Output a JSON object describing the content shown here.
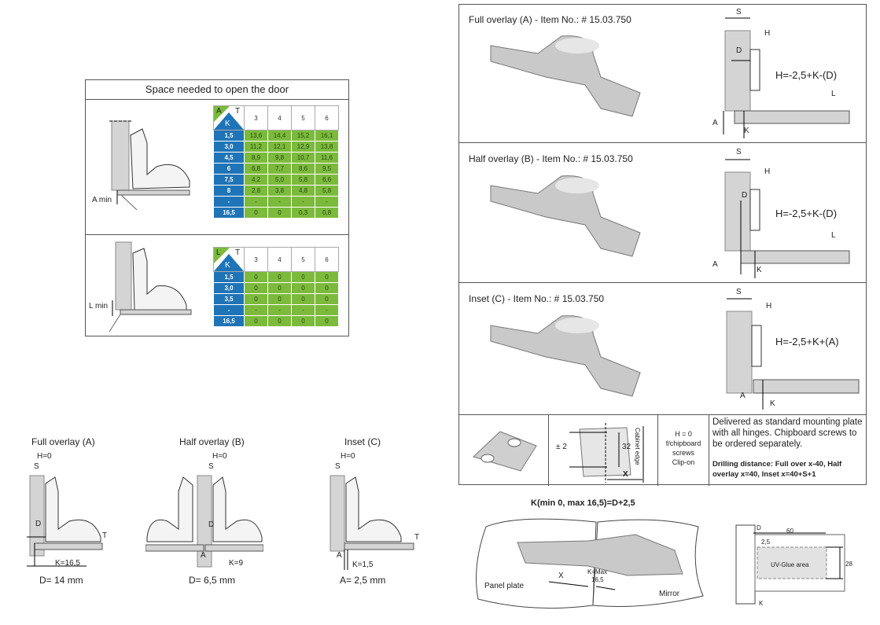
{
  "space_table": {
    "title": "Space needed to open the door",
    "a_label": "A min",
    "l_label": "L min",
    "table_a": {
      "corner": {
        "top_left": "A",
        "top_right": "T",
        "bottom": "K"
      },
      "columns": [
        "3",
        "4",
        "5",
        "6"
      ],
      "rows": [
        {
          "k": "1,5",
          "values": [
            "13,6",
            "14,4",
            "15,2",
            "16,1"
          ]
        },
        {
          "k": "3,0",
          "values": [
            "11,2",
            "12,1",
            "12,9",
            "13,8"
          ]
        },
        {
          "k": "4,5",
          "values": [
            "8,9",
            "9,8",
            "10,7",
            "11,6"
          ]
        },
        {
          "k": "6",
          "values": [
            "6,8",
            "7,7",
            "8,6",
            "9,5"
          ]
        },
        {
          "k": "7,5",
          "values": [
            "4,2",
            "5,0",
            "5,8",
            "6,6"
          ]
        },
        {
          "k": "8",
          "values": [
            "2,8",
            "3,8",
            "4,8",
            "5,8"
          ]
        },
        {
          "k": "-",
          "values": [
            "-",
            "-",
            "-",
            "-"
          ]
        },
        {
          "k": "16,5",
          "values": [
            "0",
            "0",
            "0,3",
            "0,8"
          ]
        }
      ]
    },
    "table_l": {
      "corner": {
        "top_left": "L",
        "top_right": "T",
        "bottom": "K"
      },
      "columns": [
        "3",
        "4",
        "5",
        "6"
      ],
      "rows": [
        {
          "k": "1,5",
          "values": [
            "0",
            "0",
            "0",
            "0"
          ]
        },
        {
          "k": "3,0",
          "values": [
            "0",
            "0",
            "0",
            "0"
          ]
        },
        {
          "k": "3,5",
          "values": [
            "0",
            "0",
            "0",
            "0"
          ]
        },
        {
          "k": "-",
          "values": [
            "-",
            "-",
            "-",
            "-"
          ]
        },
        {
          "k": "16,5",
          "values": [
            "0",
            "0",
            "0",
            "0"
          ]
        }
      ]
    }
  },
  "overlay_sections": [
    {
      "title": "Full overlay (A) - Item No.: # 15.03.750",
      "formula": "H=-2,5+K-(D)",
      "labels": {
        "s": "S",
        "h": "H",
        "d": "D",
        "l": "L",
        "a": "A",
        "k": "K"
      }
    },
    {
      "title": "Half overlay (B) - Item No.: # 15.03.750",
      "formula": "H=-2,5+K-(D)",
      "labels": {
        "s": "S",
        "h": "H",
        "d": "D",
        "l": "L",
        "a": "A",
        "k": "K"
      }
    },
    {
      "title": "Inset (C) - Item No.: # 15.03.750",
      "formula": "H=-2,5+K+(A)",
      "labels": {
        "s": "S",
        "h": "H",
        "a": "A",
        "k": "K"
      }
    }
  ],
  "mounting_plate": {
    "dim_pm": "± 2",
    "dim_32": "32",
    "cabinet_edge": "Cabinet edge",
    "x_label": "X",
    "h_info": [
      "H = 0",
      "f/chipboard",
      "screws",
      "Clip-on"
    ],
    "delivery_text": "Delivered as standard mounting plate with all hinges. Chipboard screws to be ordered separately.",
    "drilling_text": "Drilling distance: Full over x-40, Half overlay x=40, Inset x=40+S+1"
  },
  "bottom_diagrams": [
    {
      "title": "Full overlay (A)",
      "h": "H=0",
      "s": "S",
      "d": "D",
      "t": "T",
      "k": "K=16,5",
      "caption": "D= 14 mm"
    },
    {
      "title": "Half overlay (B)",
      "h": "H=0",
      "s": "S",
      "d": "D",
      "a": "A",
      "k": "K=9",
      "caption": "D= 6,5 mm"
    },
    {
      "title": "Inset (C)",
      "h": "H=0",
      "s": "S",
      "a": "A",
      "t": "T",
      "k": "K=1,5",
      "caption": "A= 2,5 mm"
    }
  ],
  "mirror_diagram": {
    "title": "K(min 0, max 16,5)=D+2,5",
    "panel_plate": "Panel plate",
    "mirror": "Mirror",
    "x": "X",
    "k_max": "K=Max",
    "k_val": "16,5"
  },
  "glue_diagram": {
    "d": "D",
    "k": "K",
    "w60": "60",
    "w25": "2,5",
    "h28": "28",
    "area": "UV-Glue area"
  },
  "colors": {
    "k_blue": "#1f74b8",
    "value_green": "#7cba3c",
    "panel_gray": "#d4d4d4"
  }
}
